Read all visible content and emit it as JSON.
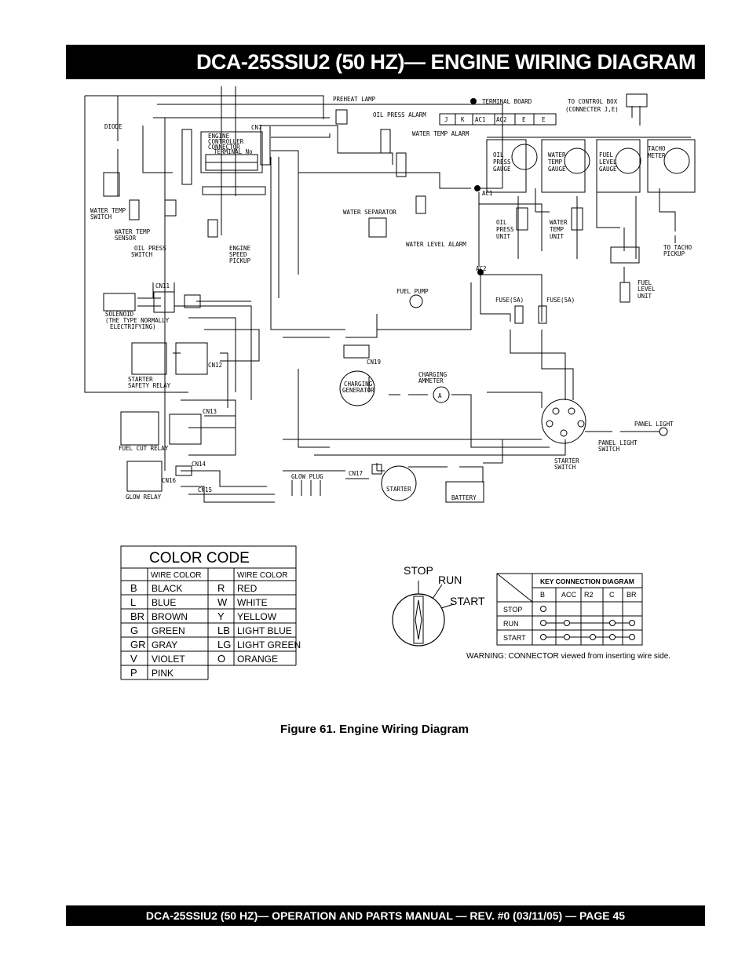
{
  "page": {
    "title": "DCA-25SSIU2 (50 HZ)— ENGINE WIRING DIAGRAM",
    "caption": "Figure 61. Engine Wiring Diagram",
    "footer": "DCA-25SSIU2 (50 HZ)— OPERATION AND PARTS MANUAL — REV. #0  (03/11/05) — PAGE 45"
  },
  "diagram": {
    "labels": {
      "diode": "DIODE",
      "preheat_lamp": "PREHEAT LAMP",
      "oil_press_alarm": "OIL PRESS ALARM",
      "terminal_board": "TERMINAL BOARD",
      "to_control_box": "TO CONTROL BOX",
      "connecter": "(CONNECTER J,E)",
      "water_temp_alarm": "WATER TEMP ALARM",
      "cn7": "CN7",
      "engine_controller": "ENGINE",
      "engine_controller2": "CONTROLLER",
      "engine_controller3": "CONNECTOR",
      "terminal_no": "TERMINAL No",
      "oil_press_gauge1": "OIL",
      "oil_press_gauge2": "PRESS",
      "oil_press_gauge3": "GAUGE",
      "water_temp_gauge1": "WATER",
      "water_temp_gauge2": "TEMP",
      "water_temp_gauge3": "GAUGE",
      "fuel_level_gauge1": "FUEL",
      "fuel_level_gauge2": "LEVEL",
      "fuel_level_gauge3": "GAUGE",
      "tacho_meter1": "TACHO",
      "tacho_meter2": "METER",
      "ac1": "AC1",
      "ac2": "AC2",
      "water_temp_switch1": "WATER TEMP",
      "water_temp_switch2": "SWITCH",
      "water_temp_sensor1": "WATER TEMP",
      "water_temp_sensor2": "SENSOR",
      "oil_press_switch1": "OIL PRESS",
      "oil_press_switch2": "SWITCH",
      "engine_speed1": "ENGINE",
      "engine_speed2": "SPEED",
      "engine_speed3": "PICKUP",
      "water_separator": "WATER SEPARATOR",
      "water_level_alarm": "WATER LEVEL ALARM",
      "oil_press_unit1": "OIL",
      "oil_press_unit2": "PRESS",
      "oil_press_unit3": "UNIT",
      "water_temp_unit1": "WATER",
      "water_temp_unit2": "TEMP",
      "water_temp_unit3": "UNIT",
      "to_tacho1": "TO TACHO",
      "to_tacho2": "PICKUP",
      "fuel_level_unit1": "FUEL",
      "fuel_level_unit2": "LEVEL",
      "fuel_level_unit3": "UNIT",
      "cn11": "CN11",
      "solenoid1": "SOLENOID",
      "solenoid2": "(THE TYPE NORMALLY",
      "solenoid3": "ELECTRIFYING)",
      "fuel_pump": "FUEL PUMP",
      "fuse1": "FUSE(5A)",
      "fuse2": "FUSE(5A)",
      "cn12": "CN12",
      "starter_safety1": "STARTER",
      "starter_safety2": "SAFETY RELAY",
      "cn19": "CN19",
      "charging_ammeter1": "CHARGING",
      "charging_ammeter2": "AMMETER",
      "charging_gen1": "CHARGING",
      "charging_gen2": "GENERATOR",
      "cn13": "CN13",
      "fuel_cut_relay": "FUEL CUT RELAY",
      "panel_light": "PANEL LIGHT",
      "panel_light_switch1": "PANEL LIGHT",
      "panel_light_switch2": "SWITCH",
      "starter_switch1": "STARTER",
      "starter_switch2": "SWITCH",
      "cn14": "CN14",
      "cn16": "CN16",
      "cn15": "CN15",
      "glow_plug": "GLOW PLUG",
      "cn17": "CN17",
      "starter": "STARTER",
      "battery": "BATTERY",
      "glow_relay": "GLOW RELAY",
      "tb1": "J",
      "tb2": "K",
      "tb3": "AC1",
      "tb4": "AC2",
      "tb5": "E",
      "tb6": "E"
    }
  },
  "color_code": {
    "title": "COLOR CODE",
    "header_left": "WIRE COLOR",
    "header_right": "WIRE COLOR",
    "left": [
      {
        "code": "B",
        "name": "BLACK"
      },
      {
        "code": "L",
        "name": "BLUE"
      },
      {
        "code": "BR",
        "name": "BROWN"
      },
      {
        "code": "G",
        "name": "GREEN"
      },
      {
        "code": "GR",
        "name": "GRAY"
      },
      {
        "code": "V",
        "name": "VIOLET"
      },
      {
        "code": "P",
        "name": "PINK"
      }
    ],
    "right": [
      {
        "code": "R",
        "name": "RED"
      },
      {
        "code": "W",
        "name": "WHITE"
      },
      {
        "code": "Y",
        "name": "YELLOW"
      },
      {
        "code": "LB",
        "name": "LIGHT BLUE"
      },
      {
        "code": "LG",
        "name": "LIGHT GREEN"
      },
      {
        "code": "O",
        "name": "ORANGE"
      }
    ]
  },
  "key_switch": {
    "stop": "STOP",
    "run": "RUN",
    "start": "START"
  },
  "key_table": {
    "title": "KEY CONNECTION DIAGRAM",
    "columns": [
      "B",
      "ACC",
      "R2",
      "C",
      "BR"
    ],
    "rows": [
      "STOP",
      "RUN",
      "START"
    ],
    "warning": "WARNING: CONNECTOR viewed from inserting wire side."
  }
}
